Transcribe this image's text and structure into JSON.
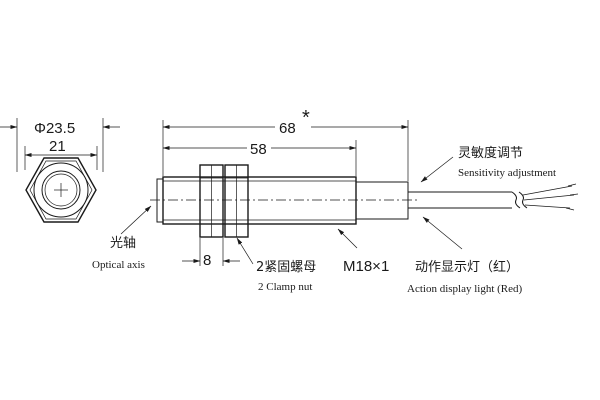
{
  "dimensions": {
    "outer_diameter": "Φ23.5",
    "across_flats": "21",
    "total_length": "68",
    "total_length_mark": "*",
    "body_length": "58",
    "nut_width": "8",
    "thread": "M18×1"
  },
  "labels": {
    "optical_axis_cn": "光轴",
    "optical_axis_en": "Optical axis",
    "clamp_nut_cn": "2紧固螺母",
    "clamp_nut_en": "2 Clamp nut",
    "sensitivity_cn": "灵敏度调节",
    "sensitivity_en": "Sensitivity adjustment",
    "action_light_cn": "动作显示灯（红）",
    "action_light_en": "Action display light (Red)"
  }
}
